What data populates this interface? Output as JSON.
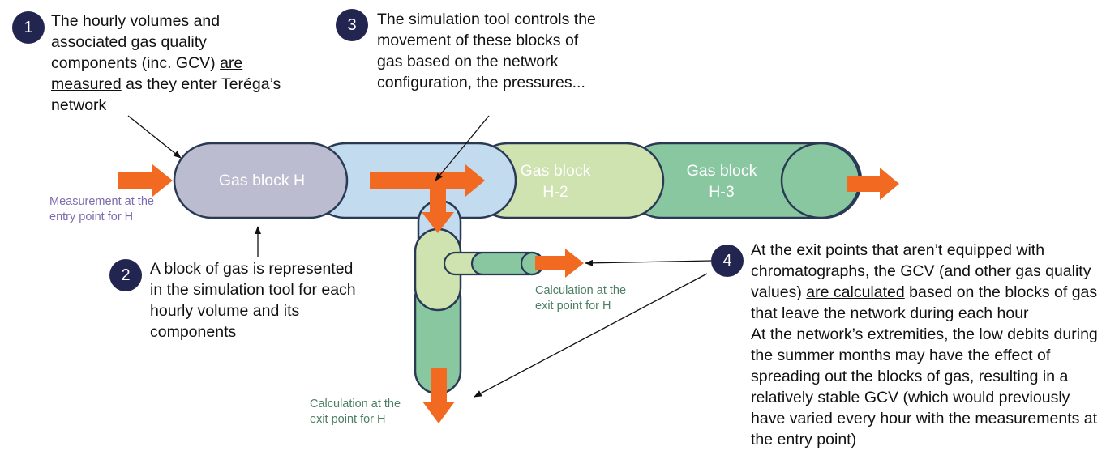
{
  "callouts": {
    "c1": {
      "number": "1",
      "pre": "The hourly volumes and associated gas quality components (inc. GCV)",
      "underlined": "are measured",
      "post": "as they enter Teréga’s network"
    },
    "c2": {
      "number": "2",
      "text": "A block of gas is represented in the simulation tool for each hourly volume and its components"
    },
    "c3": {
      "number": "3",
      "text": "The simulation tool controls the movement of these blocks of gas based on the network configuration, the pressures..."
    },
    "c4": {
      "number": "4",
      "pre": "At the exit points that aren’t equipped with chromatographs, the GCV (and other gas quality values)",
      "underlined": "are calculated",
      "post": "based on the blocks of gas that leave the network during each hour",
      "text2": "At the network’s extremities, the low debits during the summer months may have the effect of spreading out the blocks of gas, resulting in a relatively stable GCV (which would previously have varied every hour with the measurements at the entry point)"
    }
  },
  "blocks": {
    "h": "Gas block H",
    "h2_line1": "Gas block",
    "h2_line2": "H-2",
    "h3_line1": "Gas block",
    "h3_line2": "H-3"
  },
  "labels": {
    "entry_line1": "Measurement at the",
    "entry_line2": "entry point for H",
    "exit_right_line1": "Calculation at the",
    "exit_right_line2": "exit point for H",
    "exit_bottom_line1": "Calculation at the",
    "exit_bottom_line2": "exit point for H"
  },
  "colors": {
    "badge": "#22254f",
    "arrow": "#f26a21",
    "block_h": "#bbbccf",
    "pipe_blue": "#c3dbee",
    "block_h2": "#cfe3b0",
    "block_h3": "#89c7a1",
    "label_purple": "#7e6cae",
    "label_green": "#4d7f64"
  }
}
